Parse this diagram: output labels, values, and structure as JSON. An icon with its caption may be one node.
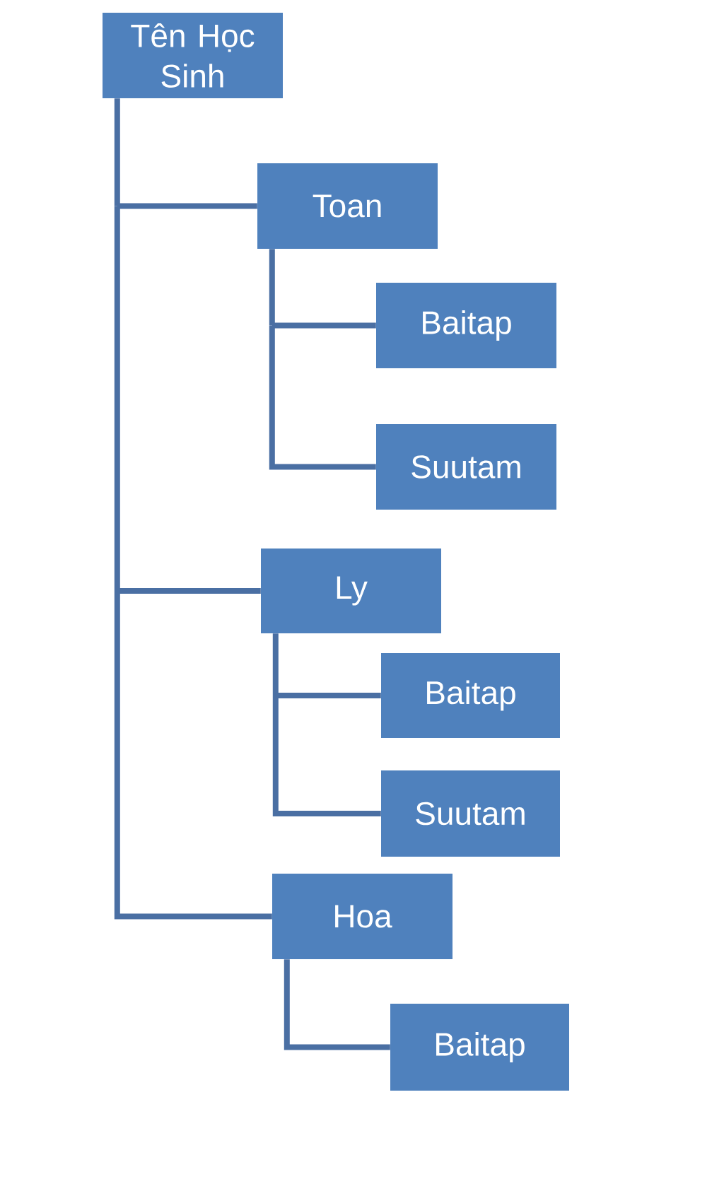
{
  "diagram": {
    "nodes": [
      {
        "text": [
          "Tên Học Sinh"
        ]
      },
      {
        "text": [
          "Toan"
        ]
      },
      {
        "text": [
          "Baitap"
        ]
      },
      {
        "text": [
          "Suutam"
        ]
      },
      {
        "text": [
          "Ly"
        ]
      },
      {
        "text": [
          "Baitap"
        ]
      },
      {
        "text": [
          "Suutam"
        ]
      },
      {
        "text": [
          "Hoa"
        ]
      },
      {
        "text": [
          "Baitap"
        ]
      }
    ],
    "edges": [
      {
        "from": 0,
        "to": 1,
        "arrow": "none"
      },
      {
        "from": 1,
        "to": 2,
        "arrow": "none"
      },
      {
        "from": 1,
        "to": 3,
        "arrow": "none"
      },
      {
        "from": 0,
        "to": 4,
        "arrow": "none"
      },
      {
        "from": 4,
        "to": 5,
        "arrow": "none"
      },
      {
        "from": 4,
        "to": 6,
        "arrow": "none"
      },
      {
        "from": 0,
        "to": 7,
        "arrow": "none"
      },
      {
        "from": 7,
        "to": 8,
        "arrow": "none"
      }
    ]
  }
}
